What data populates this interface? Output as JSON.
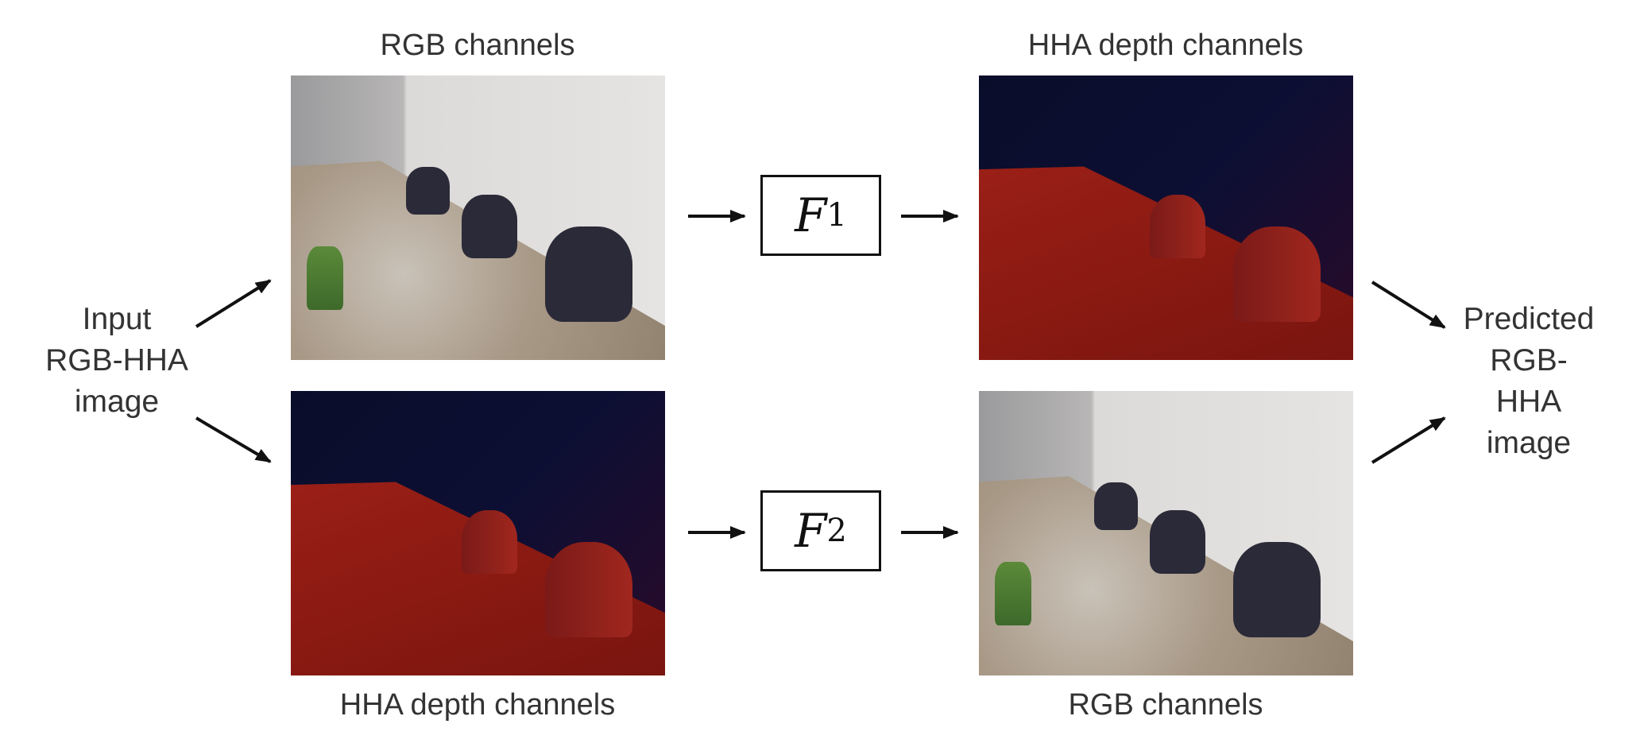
{
  "input_label": [
    "Input",
    "RGB-HHA",
    "image"
  ],
  "output_label": [
    "Predicted",
    "RGB-HHA",
    "image"
  ],
  "top_row": {
    "left_caption": "RGB channels",
    "function": {
      "symbol": "F",
      "subscript": "1"
    },
    "right_caption": "HHA depth channels"
  },
  "bottom_row": {
    "left_caption": "HHA depth channels",
    "function": {
      "symbol": "F",
      "subscript": "2"
    },
    "right_caption": "RGB channels"
  }
}
